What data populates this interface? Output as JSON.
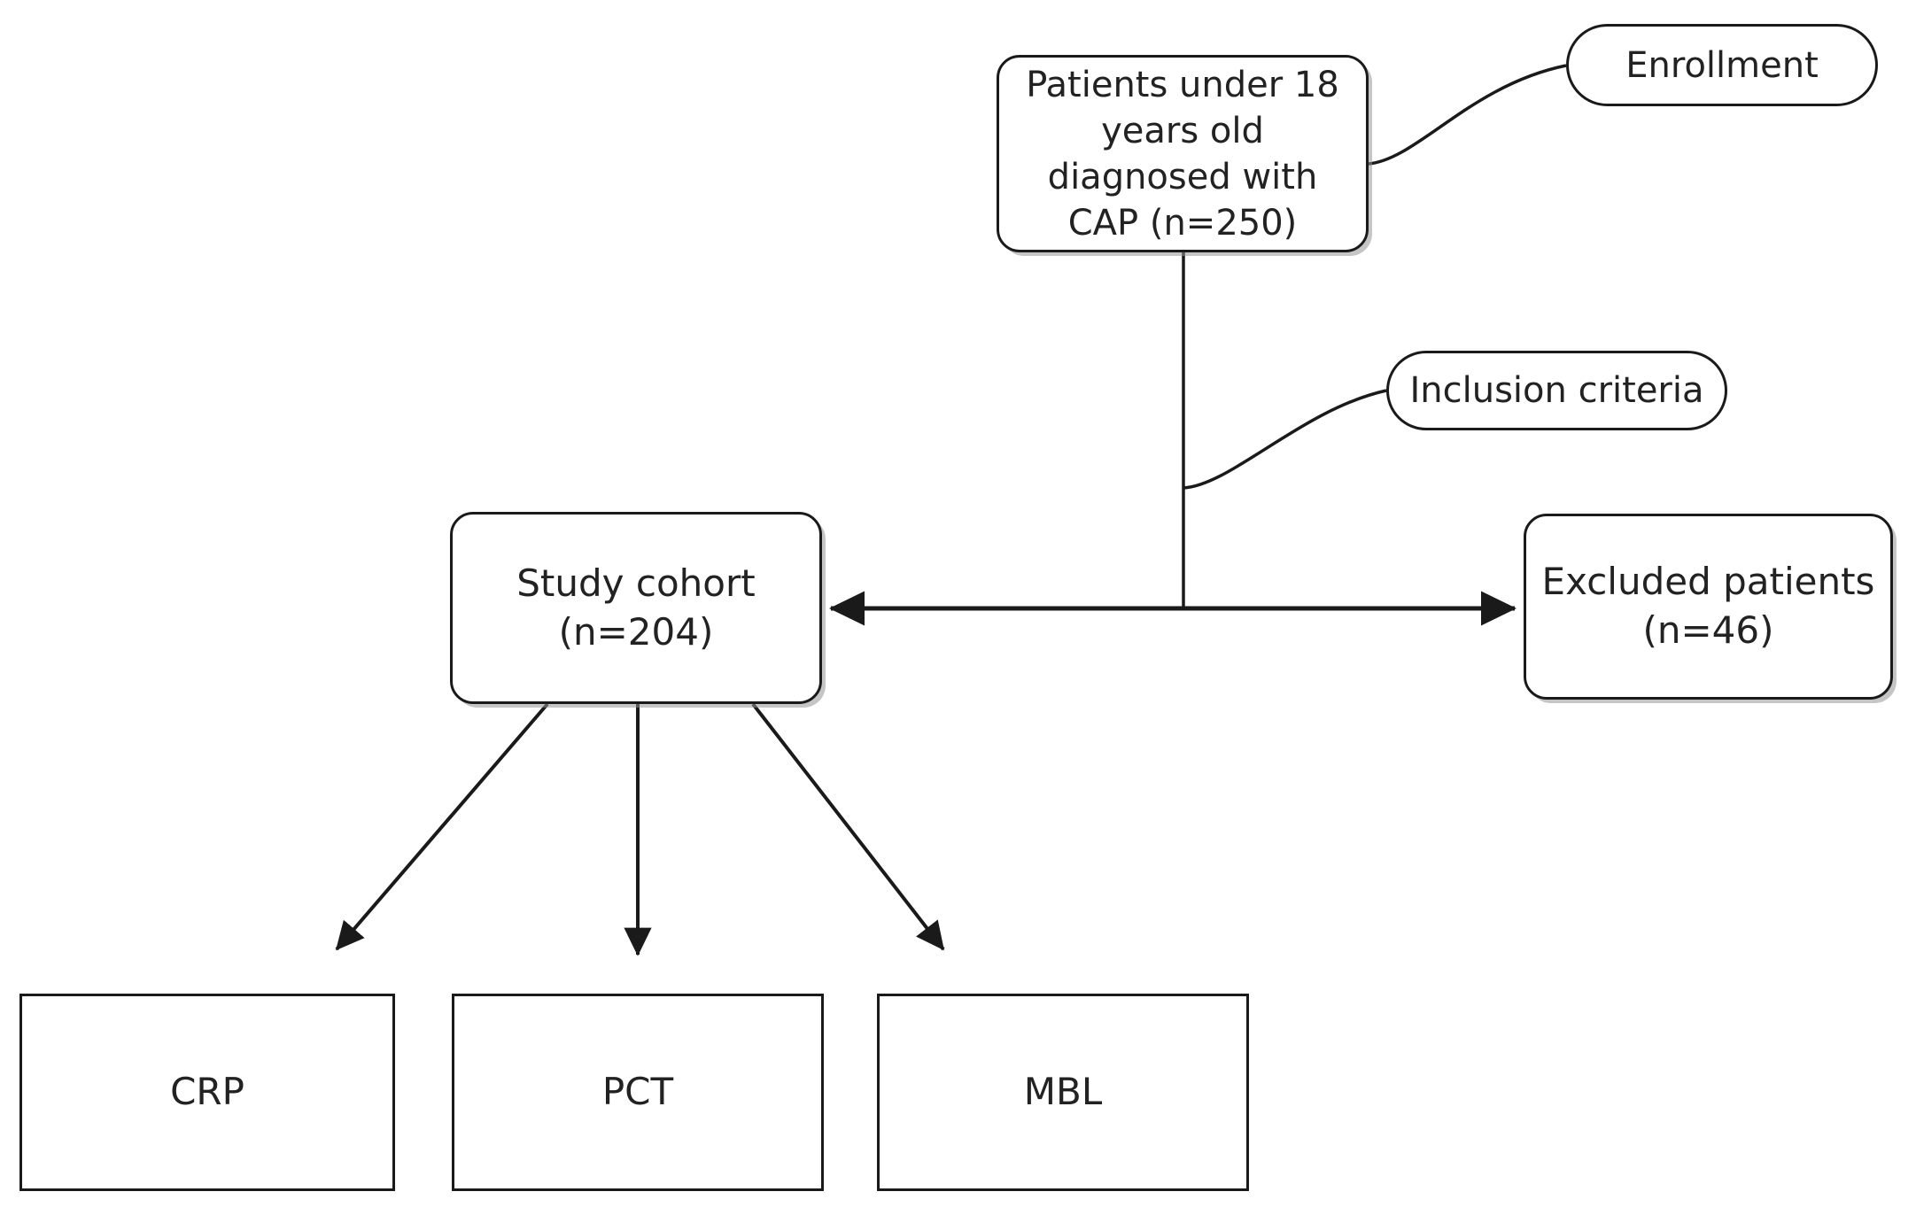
{
  "diagram": {
    "title": "CAP patient enrollment flow diagram",
    "type": "flowchart",
    "background_color": "#ffffff",
    "line_color": "#1a1a1a",
    "text_color": "#222222"
  },
  "nodes": {
    "enrollment": {
      "label": "Enrollment",
      "shape": "pill"
    },
    "source": {
      "label": "Patients under 18\nyears old\ndiagnosed with\nCAP (n=250)",
      "shape": "rounded-rect"
    },
    "inclusion": {
      "label": "Inclusion criteria",
      "shape": "pill"
    },
    "study_cohort": {
      "label": "Study cohort\n(n=204)",
      "shape": "rounded-rect"
    },
    "excluded": {
      "label": "Excluded patients\n(n=46)",
      "shape": "rounded-rect"
    },
    "crp": {
      "label": "CRP",
      "shape": "rect"
    },
    "pct": {
      "label": "PCT",
      "shape": "rect"
    },
    "mbl": {
      "label": "MBL",
      "shape": "rect"
    }
  },
  "connectors": [
    {
      "name": "source-to-enrollment",
      "from": "source",
      "to": "enrollment",
      "style": "curve",
      "arrowheads": "none"
    },
    {
      "name": "source-trunk-to-inclusion",
      "from": "source-trunk",
      "to": "inclusion",
      "style": "curve",
      "arrowheads": "none"
    },
    {
      "name": "source-to-split",
      "from": "source",
      "to": "split-point",
      "style": "straight",
      "arrowheads": "none"
    },
    {
      "name": "split-to-study-cohort-and-excluded",
      "from": "split-point",
      "to": "study-cohort-and-excluded",
      "style": "straight",
      "arrowheads": "both"
    },
    {
      "name": "study-cohort-to-crp",
      "from": "study_cohort",
      "to": "crp",
      "style": "straight",
      "arrowheads": "end"
    },
    {
      "name": "study-cohort-to-pct",
      "from": "study_cohort",
      "to": "pct",
      "style": "straight",
      "arrowheads": "end"
    },
    {
      "name": "study-cohort-to-mbl",
      "from": "study_cohort",
      "to": "mbl",
      "style": "straight",
      "arrowheads": "end"
    }
  ]
}
